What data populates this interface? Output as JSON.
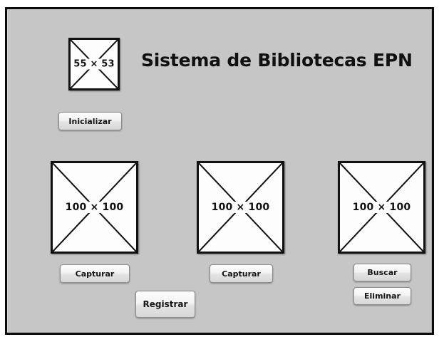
{
  "window": {
    "background_color": "#c6c6c6",
    "border_color": "#0b0b0b"
  },
  "header": {
    "title": "Sistema de Bibliotecas EPN",
    "logo_placeholder": {
      "label": "55 × 53",
      "width": 55,
      "height": 53
    }
  },
  "toolbar": {
    "inicializar_label": "Inicializar"
  },
  "panels": [
    {
      "id": "panel-1",
      "placeholder_label": "100 × 100",
      "buttons": [
        {
          "id": "capturar-1",
          "label": "Capturar"
        }
      ]
    },
    {
      "id": "panel-2",
      "placeholder_label": "100 × 100",
      "buttons": [
        {
          "id": "capturar-2",
          "label": "Capturar"
        }
      ]
    },
    {
      "id": "panel-3",
      "placeholder_label": "100 × 100",
      "buttons": [
        {
          "id": "buscar",
          "label": "Buscar"
        },
        {
          "id": "eliminar",
          "label": "Eliminar"
        }
      ]
    }
  ],
  "actions": {
    "registrar_label": "Registrar"
  }
}
